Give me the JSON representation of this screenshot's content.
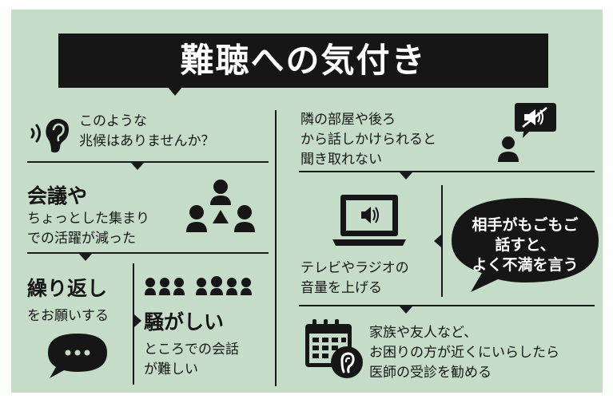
{
  "title": "難聴への気付き",
  "intro": {
    "line1": "このような",
    "line2": "兆候はありませんか？"
  },
  "meeting": {
    "heading": "会議や",
    "line1": "ちょっとした集まり",
    "line2": "での活躍が減った"
  },
  "repeat": {
    "heading": "繰り返し",
    "line1": "をお願いする"
  },
  "noisy": {
    "heading": "騒がしい",
    "line1": "ところでの会話",
    "line2": "が難しい"
  },
  "behind": {
    "line1": "隣の部屋や後ろ",
    "line2": "から話しかけられると",
    "line3": "聞き取れない"
  },
  "tv": {
    "line1": "テレビやラジオの",
    "line2": "音量を上げる"
  },
  "complaint": {
    "line1": "相手がもごもご",
    "line2": "話すと、",
    "line3": "よく不満を言う"
  },
  "advice": {
    "line1": "家族や友人など、",
    "line2": "お困りの方が近くにいらしたら",
    "line3": "医師の受診を勧める"
  },
  "colors": {
    "background": "#c5dcc8",
    "ink": "#161616"
  }
}
